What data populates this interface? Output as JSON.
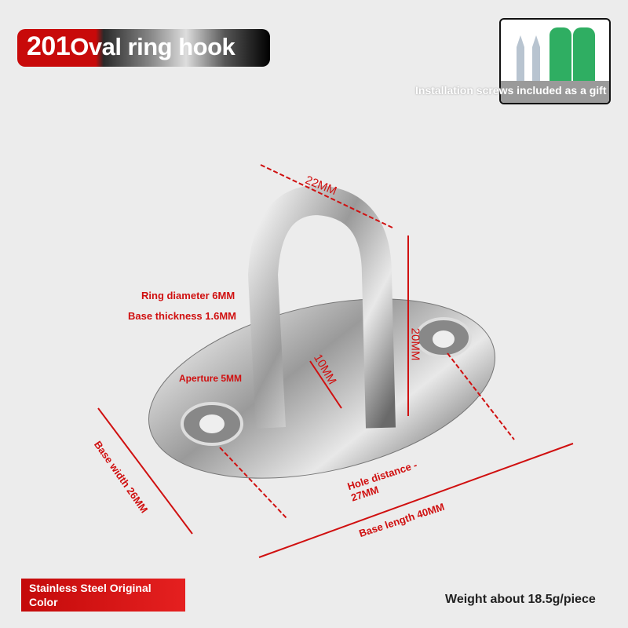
{
  "header": {
    "title_number": "201",
    "title_text": "Oval ring hook"
  },
  "gift": {
    "caption": "Installation screws included as a gift"
  },
  "annotations": {
    "ring_width": "22MM",
    "ring_height": "20MM",
    "inner": "10MM",
    "ring_diameter": "Ring diameter 6MM",
    "base_thickness": "Base thickness 1.6MM",
    "aperture": "Aperture 5MM",
    "base_width": "Base width 26MM",
    "hole_distance_1": "Hole distance -",
    "hole_distance_2": "27MM",
    "base_length": "Base length 40MM"
  },
  "footer": {
    "color_badge": "Stainless Steel Original Color",
    "weight": "Weight about 18.5g/piece"
  },
  "colors": {
    "accent": "#d01010"
  }
}
